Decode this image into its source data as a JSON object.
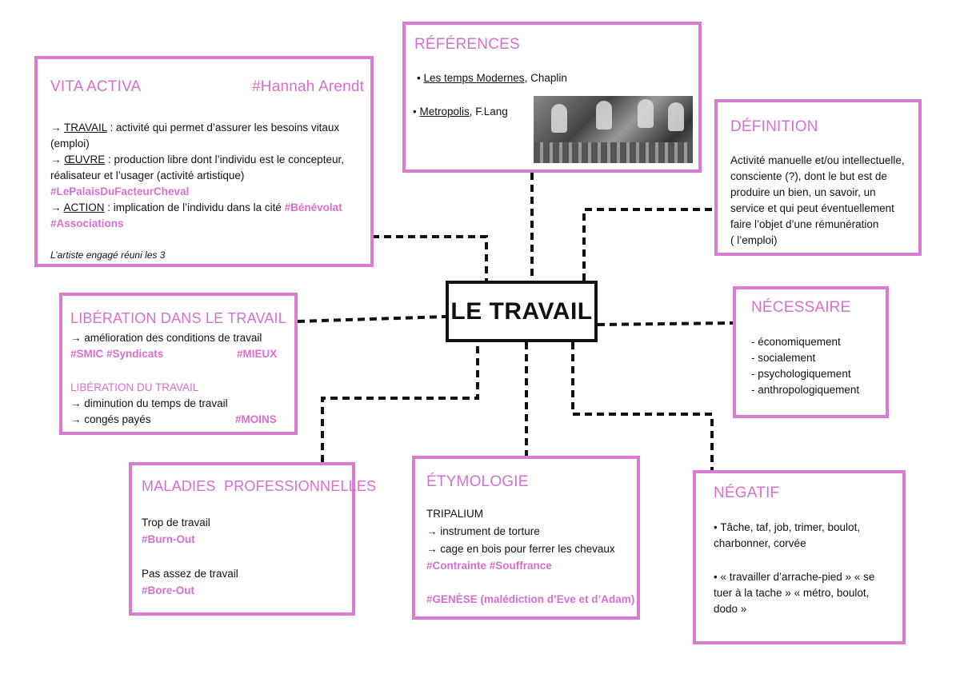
{
  "center": {
    "label": "LE TRAVAIL"
  },
  "vita_activa": {
    "title": "VITA ACTIVA",
    "tag": "#Hannah Arendt",
    "travail_arrow": "→",
    "travail_term": "TRAVAIL",
    "travail_text": " : activité qui permet d’assurer les besoins vitaux",
    "travail_text2": "(emploi)",
    "oeuvre_arrow": "→",
    "oeuvre_term": "ŒUVRE",
    "oeuvre_text": " : production libre dont l’individu est le concepteur,",
    "oeuvre_text2": "réalisateur et l’usager (activité artistique)",
    "tag_palais": "#LePalaisDuFacteurCheval",
    "action_arrow": "→",
    "action_term": "ACTION",
    "action_text": " : implication de l’individu dans la cité ",
    "tag_benevolat": "#Bénévolat",
    "tag_associations": "#Associations",
    "note": "L’artiste engagé réuni les 3"
  },
  "references": {
    "title": "RÉFÉRENCES",
    "item1_bullet": "•",
    "item1_title": "Les temps Modernes",
    "item1_rest": ", Chaplin",
    "item2_bullet": "•",
    "item2_title": "Metropolis",
    "item2_rest": ", F.Lang"
  },
  "definition": {
    "title": "DÉFINITION",
    "lines": [
      "Activité manuelle et/ou intellectuelle,",
      "consciente (?), dont le but est de",
      "produire un bien, un savoir, un",
      "service et qui peut éventuellement",
      "faire l’objet d’une rémunération",
      "( l’emploi)"
    ]
  },
  "liberation": {
    "title1": "LIBÉRATION DANS LE TRAVAIL",
    "l1": "→ amélioration des conditions de travail",
    "tags1": "#SMIC #Syndicats",
    "tag_mieux": "#MIEUX",
    "title2": "LIBÉRATION DU TRAVAIL",
    "l2": "→ diminution du temps de travail",
    "l3": "→ congés payés",
    "tag_moins": "#MOINS"
  },
  "necessaire": {
    "title": "NÉCESSAIRE",
    "items": [
      "- économiquement",
      "- socialement",
      "- psychologiquement",
      "- anthropologiquement"
    ]
  },
  "maladies": {
    "title": "MALADIES  PROFESSIONNELLES",
    "l1": "Trop de travail",
    "tag1": "#Burn-Out",
    "l2": "Pas assez de travail",
    "tag2": "#Bore-Out"
  },
  "etymologie": {
    "title": "ÉTYMOLOGIE",
    "l1": "TRIPALIUM",
    "l2": "→ instrument de torture",
    "l3": "→ cage en bois pour ferrer les chevaux",
    "tags": "#Contrainte #Souffrance",
    "genese": "#GENÈSE (malédiction d’Eve et d’Adam)"
  },
  "negatif": {
    "title": "NÉGATIF",
    "p1a": "• Tâche, taf, job, trimer, boulot,",
    "p1b": "charbonner, corvée",
    "p2a": "• « travailler d’arrache-pied » « se",
    "p2b": "tuer à la tache » « métro, boulot,",
    "p2c": "dodo »"
  },
  "colors": {
    "accent": "#d97ad3",
    "border_center": "#111111"
  }
}
